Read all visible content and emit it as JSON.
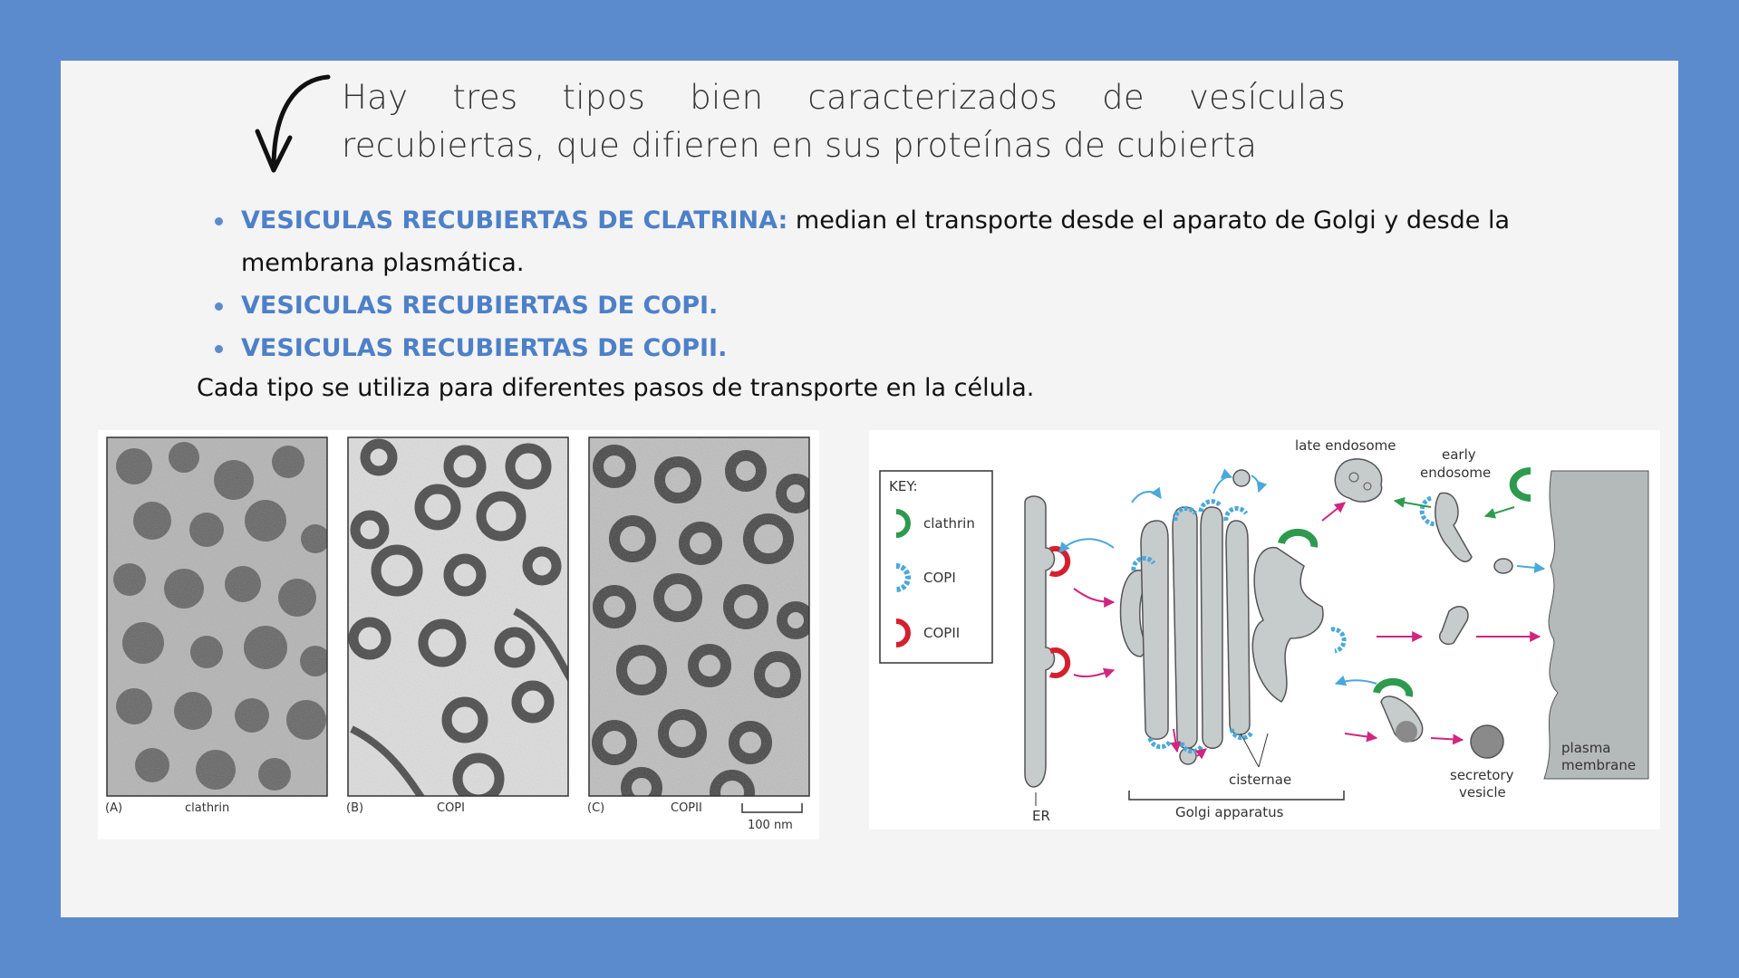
{
  "intro": {
    "line1_words": [
      "Hay",
      "tres",
      "tipos",
      "bien",
      "caracterizados",
      "de",
      "vesículas"
    ],
    "line2": "recubiertas, que difieren en sus proteínas de cubierta"
  },
  "bullets": [
    {
      "heading": "VESICULAS RECUBIERTAS DE CLATRINA:",
      "text": " median el transporte desde el aparato de Golgi y desde la membrana plasmática."
    },
    {
      "heading": "VESICULAS RECUBIERTAS DE COPI.",
      "text": ""
    },
    {
      "heading": "VESICULAS RECUBIERTAS DE COPII.",
      "text": ""
    }
  ],
  "closing": "Cada tipo se utiliza para diferentes pasos de transporte en la célula.",
  "micrographs": {
    "panels": [
      {
        "letter": "(A)",
        "label": "clathrin"
      },
      {
        "letter": "(B)",
        "label": "COPI"
      },
      {
        "letter": "(C)",
        "label": "COPII"
      }
    ],
    "scale_bar": "100 nm"
  },
  "diagram": {
    "key_title": "KEY:",
    "key": [
      {
        "label": "clathrin",
        "color": "#2e9a4e"
      },
      {
        "label": "COPI",
        "color": "#4aa8dc"
      },
      {
        "label": "COPII",
        "color": "#d4202e"
      }
    ],
    "labels": {
      "late_endosome": "late endosome",
      "early_endosome_1": "early",
      "early_endosome_2": "endosome",
      "cisternae": "cisternae",
      "golgi": "Golgi apparatus",
      "er": "ER",
      "secretory_1": "secretory",
      "secretory_2": "vesicle",
      "plasma_1": "plasma",
      "plasma_2": "membrane"
    }
  },
  "colors": {
    "background": "#5b8bcc",
    "card": "#f4f4f4",
    "accent": "#4d80c8",
    "arrow_magenta": "#d0267f",
    "arrow_blue": "#4aa8dc"
  }
}
